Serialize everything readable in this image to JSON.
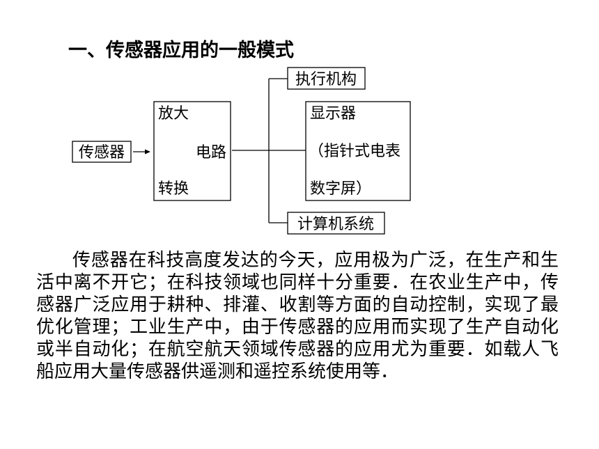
{
  "title": "一、传感器应用的一般模式",
  "diagram": {
    "sensor": "传感器",
    "circuit": {
      "line1": "放大",
      "line2": "电路",
      "line3": "转换"
    },
    "executor": "执行机构",
    "display": {
      "line1": "显示器",
      "line2": "（指针式电表",
      "line3": "数字屏）"
    },
    "computer": "计算机系统"
  },
  "paragraph": "传感器在科技高度发达的今天，应用极为广泛，在生产和生活中离不开它；在科技领域也同样十分重要．在农业生产中，传感器广泛应用于耕种、排灌、收割等方面的自动控制，实现了最优化管理；工业生产中，由于传感器的应用而实现了生产自动化或半自动化；在航空航天领域传感器的应用尤为重要．如载人飞船应用大量传感器供遥测和遥控系统使用等．"
}
